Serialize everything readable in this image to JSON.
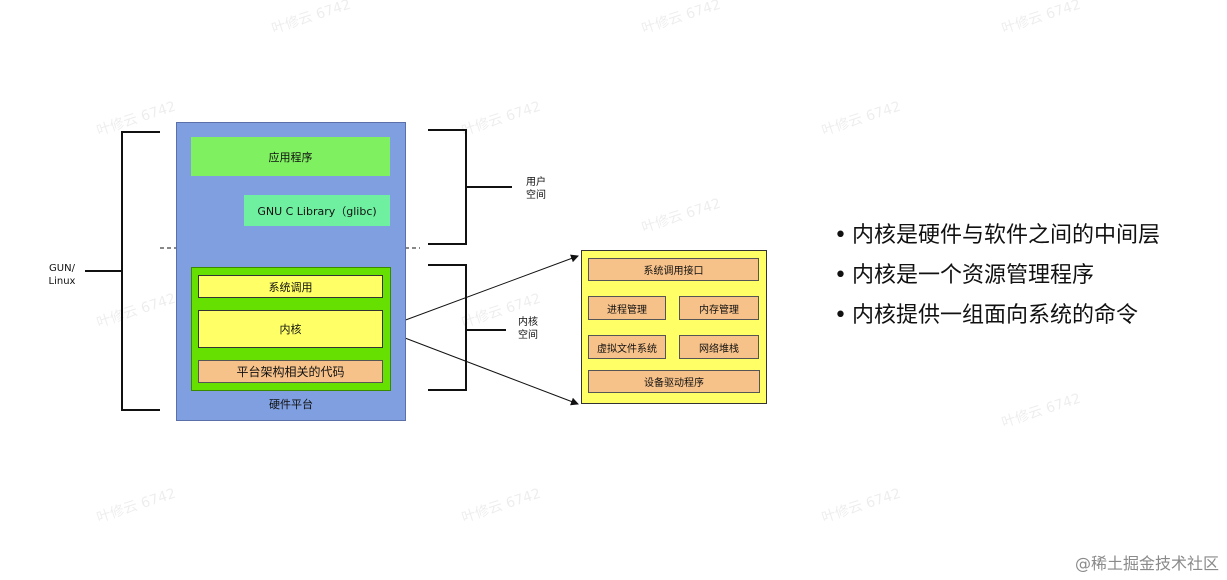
{
  "diagram": {
    "left_label": "GUN/\nLinux",
    "user_space_label": "用户\n空间",
    "kernel_space_label": "内核\n空间",
    "hardware_label": "硬件平台",
    "app_label": "应用程序",
    "glibc_label": "GNU C Library（glibc)",
    "syscall_label": "系统调用",
    "kernel_label": "内核",
    "arch_label": "平台架构相关的代码",
    "detail": {
      "syscall_interface": "系统调用接口",
      "process_mgmt": "进程管理",
      "memory_mgmt": "内存管理",
      "vfs": "虚拟文件系统",
      "network_stack": "网络堆栈",
      "device_drivers": "设备驱动程序"
    }
  },
  "bullets": [
    "内核是硬件与软件之间的中间层",
    "内核是一个资源管理程序",
    "内核提供一组面向系统的命令"
  ],
  "watermark": "叶修云 6742",
  "footer": "@稀土掘金技术社区"
}
